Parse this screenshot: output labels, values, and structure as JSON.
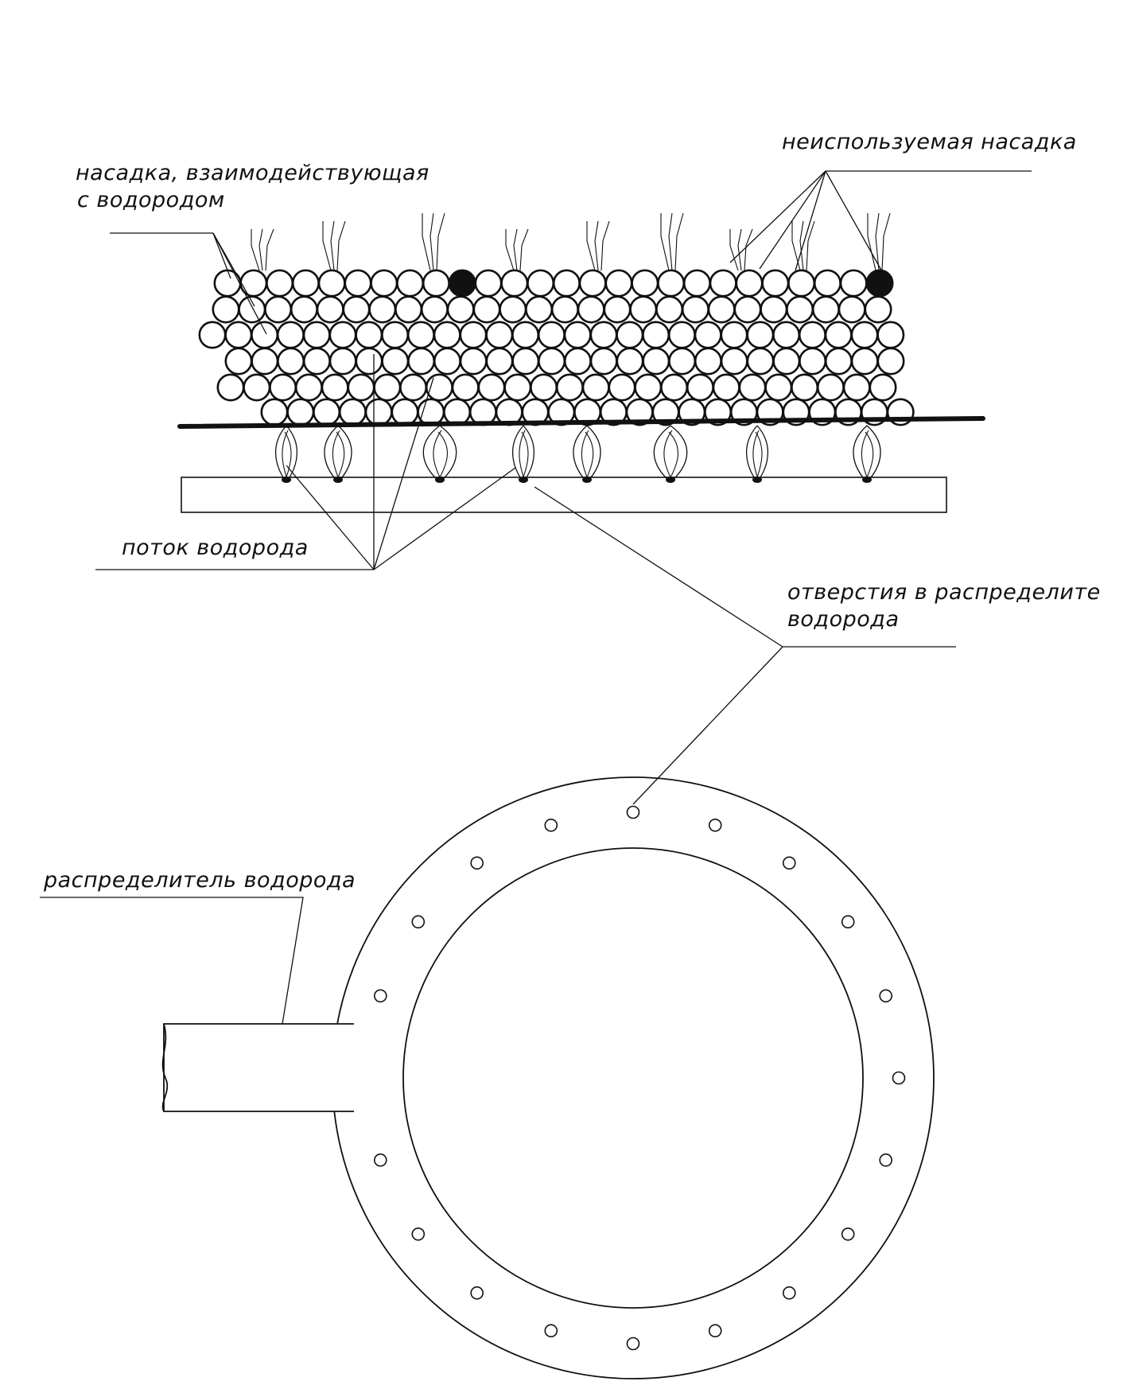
{
  "labels": {
    "packing_interacting": [
      "насадка, взаимодействующая",
      "с водородом"
    ],
    "packing_unused": "неиспользуемая насадка",
    "hydrogen_flow": "поток водорода",
    "distributor_holes": [
      "отверстия в распределите",
      "водорода"
    ],
    "hydrogen_distributor": "распределитель водорода"
  },
  "colors": {
    "stroke": "#111111",
    "background": "#ffffff",
    "used_packing": "#111111"
  }
}
